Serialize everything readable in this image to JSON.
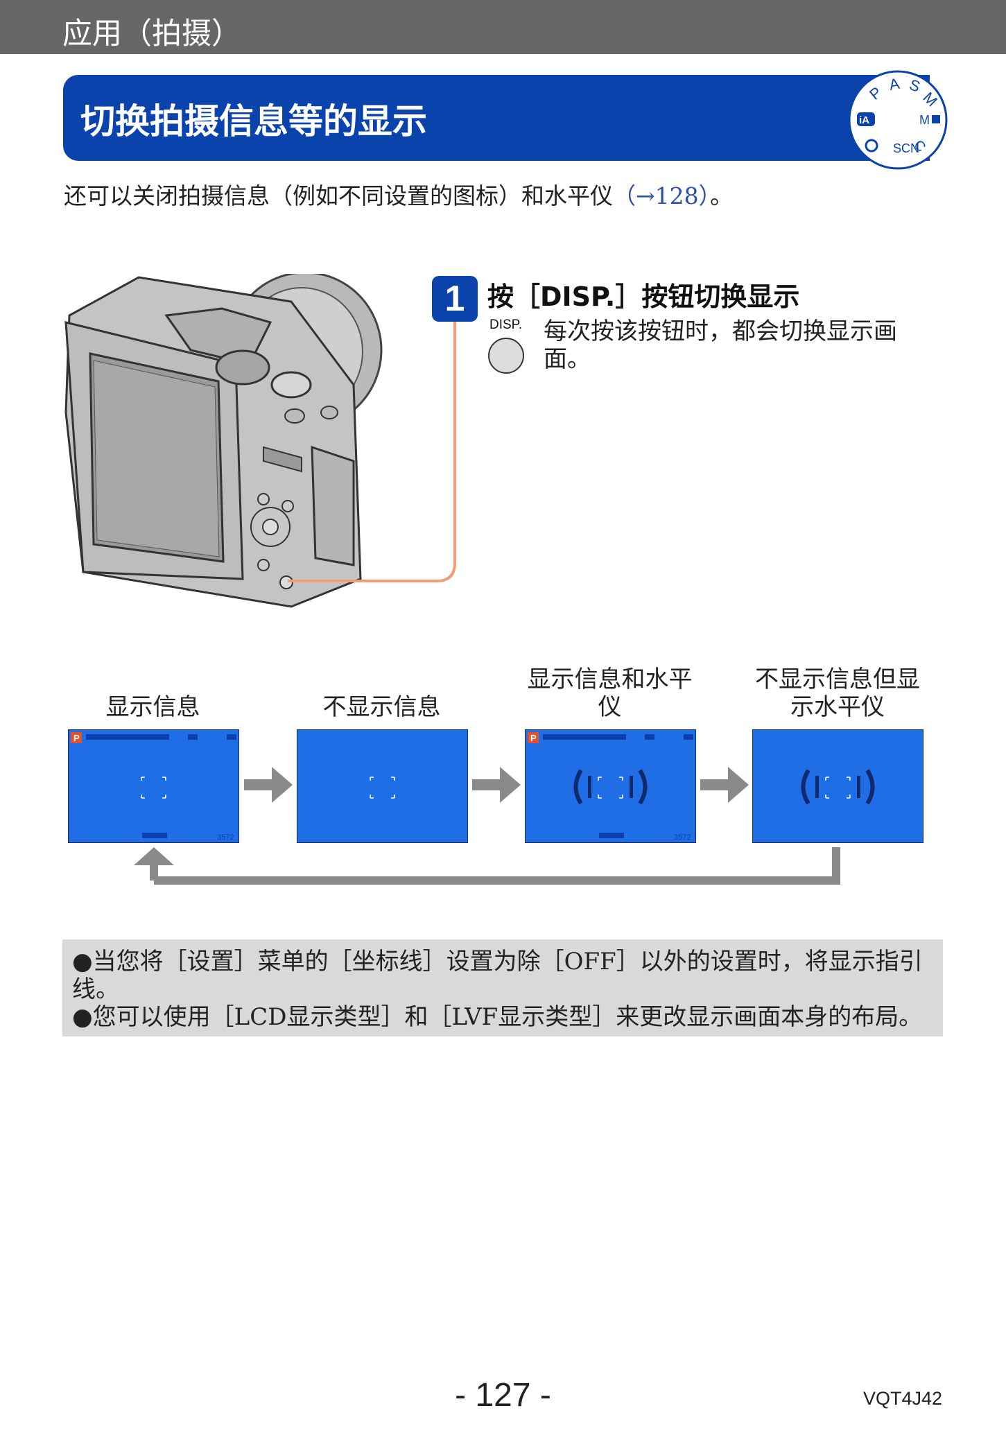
{
  "header": {
    "section": "应用（拍摄）"
  },
  "title": {
    "text": "切换拍摄信息等的显示"
  },
  "mode_dial": {
    "letters": [
      "P",
      "A",
      "S",
      "M"
    ]
  },
  "intro": {
    "text": "还可以关闭拍摄信息（例如不同设置的图标）和水平仪",
    "ref": "（→128）",
    "tail": "。"
  },
  "step": {
    "number": "1",
    "title": "按［DISP.］按钮切换显示",
    "button_label": "DISP.",
    "description": "每次按该按钮时，都会切换显示画面。"
  },
  "screens": [
    {
      "label": "显示信息",
      "mode_badge": "P",
      "counter": "3572"
    },
    {
      "label": "不显示信息"
    },
    {
      "label": "显示信息和水平仪",
      "mode_badge": "P",
      "counter": "3572"
    },
    {
      "label": "不显示信息但显示水平仪"
    }
  ],
  "notes": [
    "●当您将［设置］菜单的［坐标线］设置为除［OFF］以外的设置时，将显示指引线。",
    "●您可以使用［LCD显示类型］和［LVF显示类型］来更改显示画面本身的布局。"
  ],
  "footer": {
    "page": "- 127 -",
    "code": "VQT4J42"
  },
  "colors": {
    "title_blue": "#0b43ad",
    "screen_blue": "#1f6ee6",
    "callout_orange": "#f0a070",
    "arrow_gray": "#8a8a8a"
  }
}
